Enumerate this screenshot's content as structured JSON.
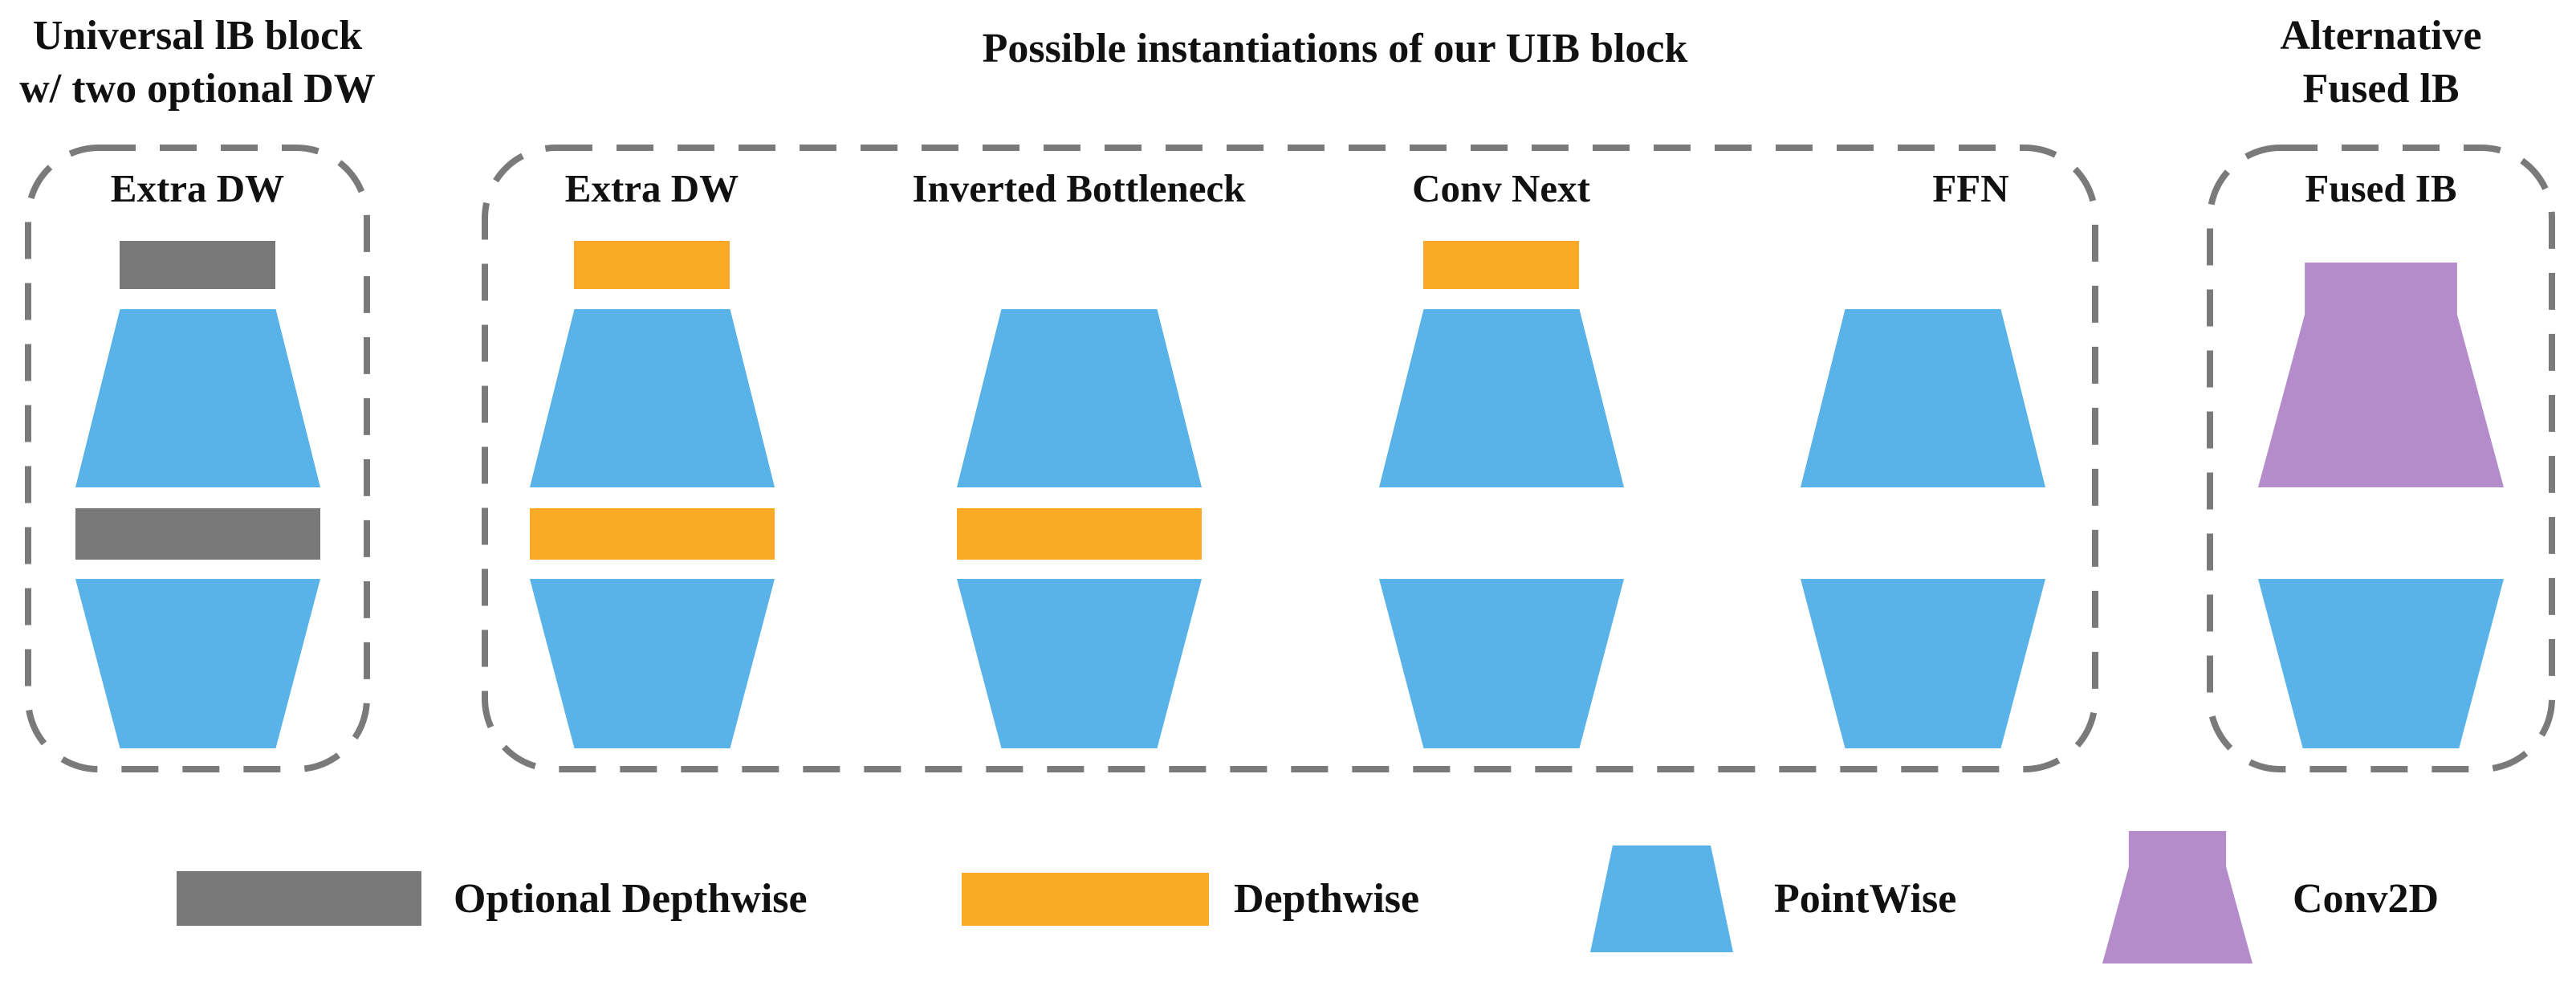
{
  "figure": {
    "kind": "diagram",
    "description": "Universal Inverted Bottleneck (UIB) block diagram with possible instantiations and legend"
  },
  "colors": {
    "pointwise_blue": "#59b3e9",
    "depthwise_orange": "#fbaa27",
    "optional_depthwise_gray": "#787878",
    "conv2d_purple": "#b48bcb",
    "dashed_border_gray": "#7a7a7a",
    "text_black": "#111111"
  },
  "titles": {
    "left_line1": "Universal lB block",
    "left_line2": "w/ two optional DW",
    "middle": "Possible instantiations of our UIB block",
    "right_line1": "Alternative",
    "right_line2": "Fused lB"
  },
  "panels": {
    "left": {
      "label": "Extra DW",
      "structure": [
        "optional-depthwise-bar",
        "pointwise-expand",
        "optional-depthwise-bar",
        "pointwise-project"
      ]
    },
    "middle": {
      "columns": [
        {
          "label": "Extra DW",
          "top_bar": "depthwise",
          "mid_bar": "depthwise"
        },
        {
          "label": "Inverted Bottleneck",
          "top_bar": null,
          "mid_bar": "depthwise"
        },
        {
          "label": "Conv Next",
          "top_bar": "depthwise",
          "mid_bar": null
        },
        {
          "label": "FFN",
          "top_bar": null,
          "mid_bar": null
        }
      ]
    },
    "right": {
      "label": "Fused IB",
      "structure": [
        "conv2d",
        "pointwise-project"
      ]
    }
  },
  "legend": [
    {
      "name": "optional-depthwise",
      "label": "Optional Depthwise",
      "swatch": "gray-rect"
    },
    {
      "name": "depthwise",
      "label": "Depthwise",
      "swatch": "orange-rect"
    },
    {
      "name": "pointwise",
      "label": "PointWise",
      "swatch": "blue-trapezoid"
    },
    {
      "name": "conv2d",
      "label": "Conv2D",
      "swatch": "purple-funnel"
    }
  ]
}
